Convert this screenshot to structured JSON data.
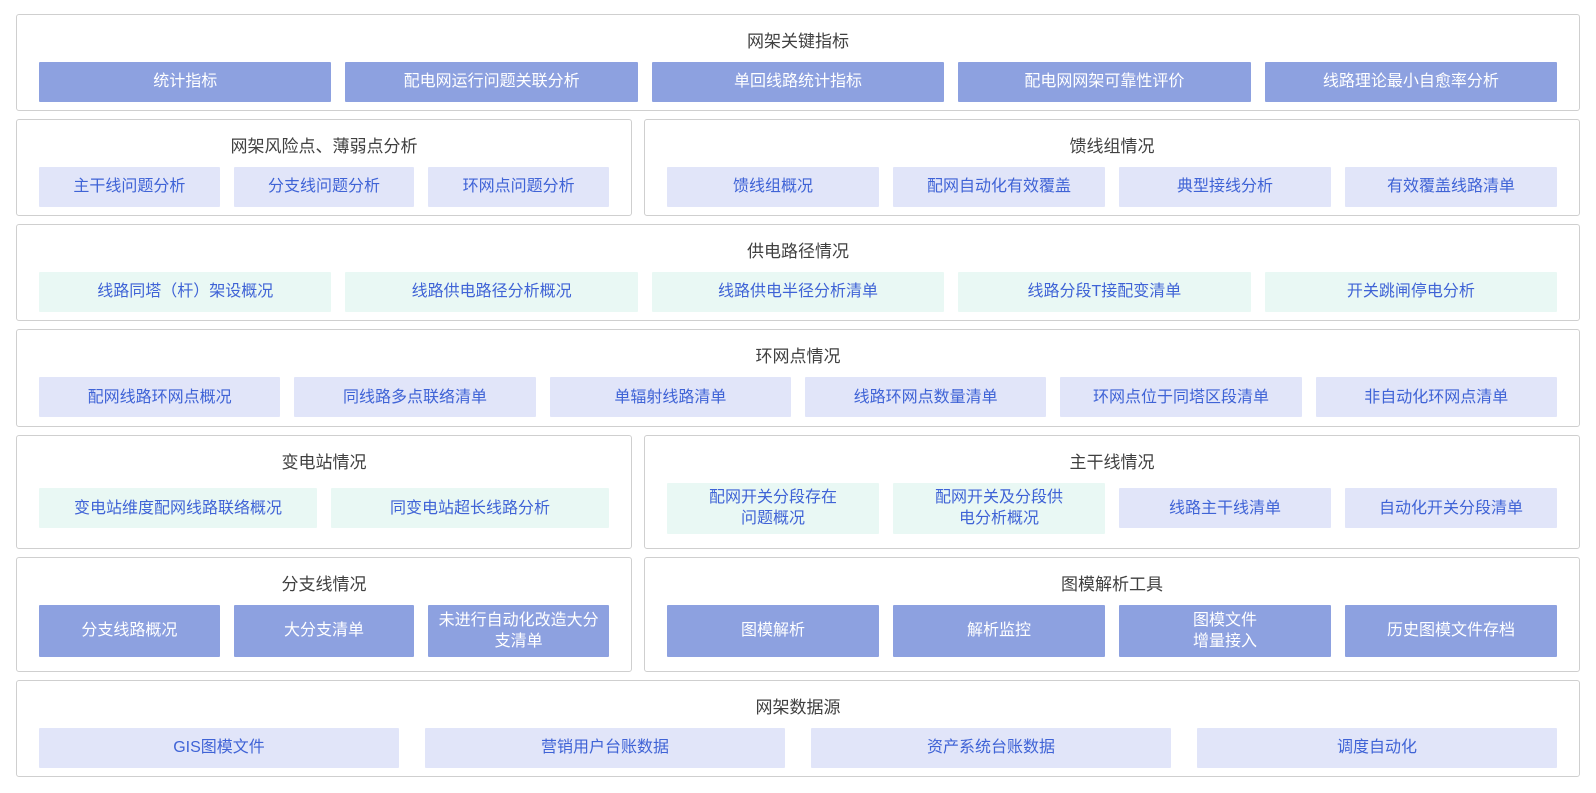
{
  "colors": {
    "solid_button_bg": "#8da1e0",
    "solid_button_text": "#ffffff",
    "lavender_button_bg": "#e1e5f9",
    "mint_button_bg": "#e9f8f4",
    "light_button_text": "#3f63d6",
    "panel_border": "#cfcfcf",
    "title_text": "#404040",
    "page_bg": "#ffffff"
  },
  "panels": {
    "key_indicators": {
      "title": "网架关键指标",
      "buttons": [
        "统计指标",
        "配电网运行问题关联分析",
        "单回线路统计指标",
        "配电网网架可靠性评价",
        "线路理论最小自愈率分析"
      ]
    },
    "risk_weakpoint": {
      "title": "网架风险点、薄弱点分析",
      "buttons": [
        "主干线问题分析",
        "分支线问题分析",
        "环网点问题分析"
      ]
    },
    "feeder_group": {
      "title": "馈线组情况",
      "buttons": [
        "馈线组概况",
        "配网自动化有效覆盖",
        "典型接线分析",
        "有效覆盖线路清单"
      ]
    },
    "supply_path": {
      "title": "供电路径情况",
      "buttons": [
        "线路同塔（杆）架设概况",
        "线路供电路径分析概况",
        "线路供电半径分析清单",
        "线路分段T接配变清单",
        "开关跳闸停电分析"
      ]
    },
    "ring_point": {
      "title": "环网点情况",
      "buttons": [
        "配网线路环网点概况",
        "同线路多点联络清单",
        "单辐射线路清单",
        "线路环网点数量清单",
        "环网点位于同塔区段清单",
        "非自动化环网点清单"
      ]
    },
    "substation": {
      "title": "变电站情况",
      "buttons": [
        "变电站维度配网线路联络概况",
        "同变电站超长线路分析"
      ]
    },
    "trunk_line": {
      "title": "主干线情况",
      "buttons": [
        "配网开关分段存在\n问题概况",
        "配网开关及分段供\n电分析概况",
        "线路主干线清单",
        "自动化开关分段清单"
      ]
    },
    "branch_line": {
      "title": "分支线情况",
      "buttons": [
        "分支线路概况",
        "大分支清单",
        "未进行自动化改造大分\n支清单"
      ]
    },
    "model_tools": {
      "title": "图模解析工具",
      "buttons": [
        "图模解析",
        "解析监控",
        "图模文件\n增量接入",
        "历史图模文件存档"
      ]
    },
    "data_source": {
      "title": "网架数据源",
      "buttons": [
        "GIS图模文件",
        "营销用户台账数据",
        "资产系统台账数据",
        "调度自动化"
      ]
    }
  }
}
